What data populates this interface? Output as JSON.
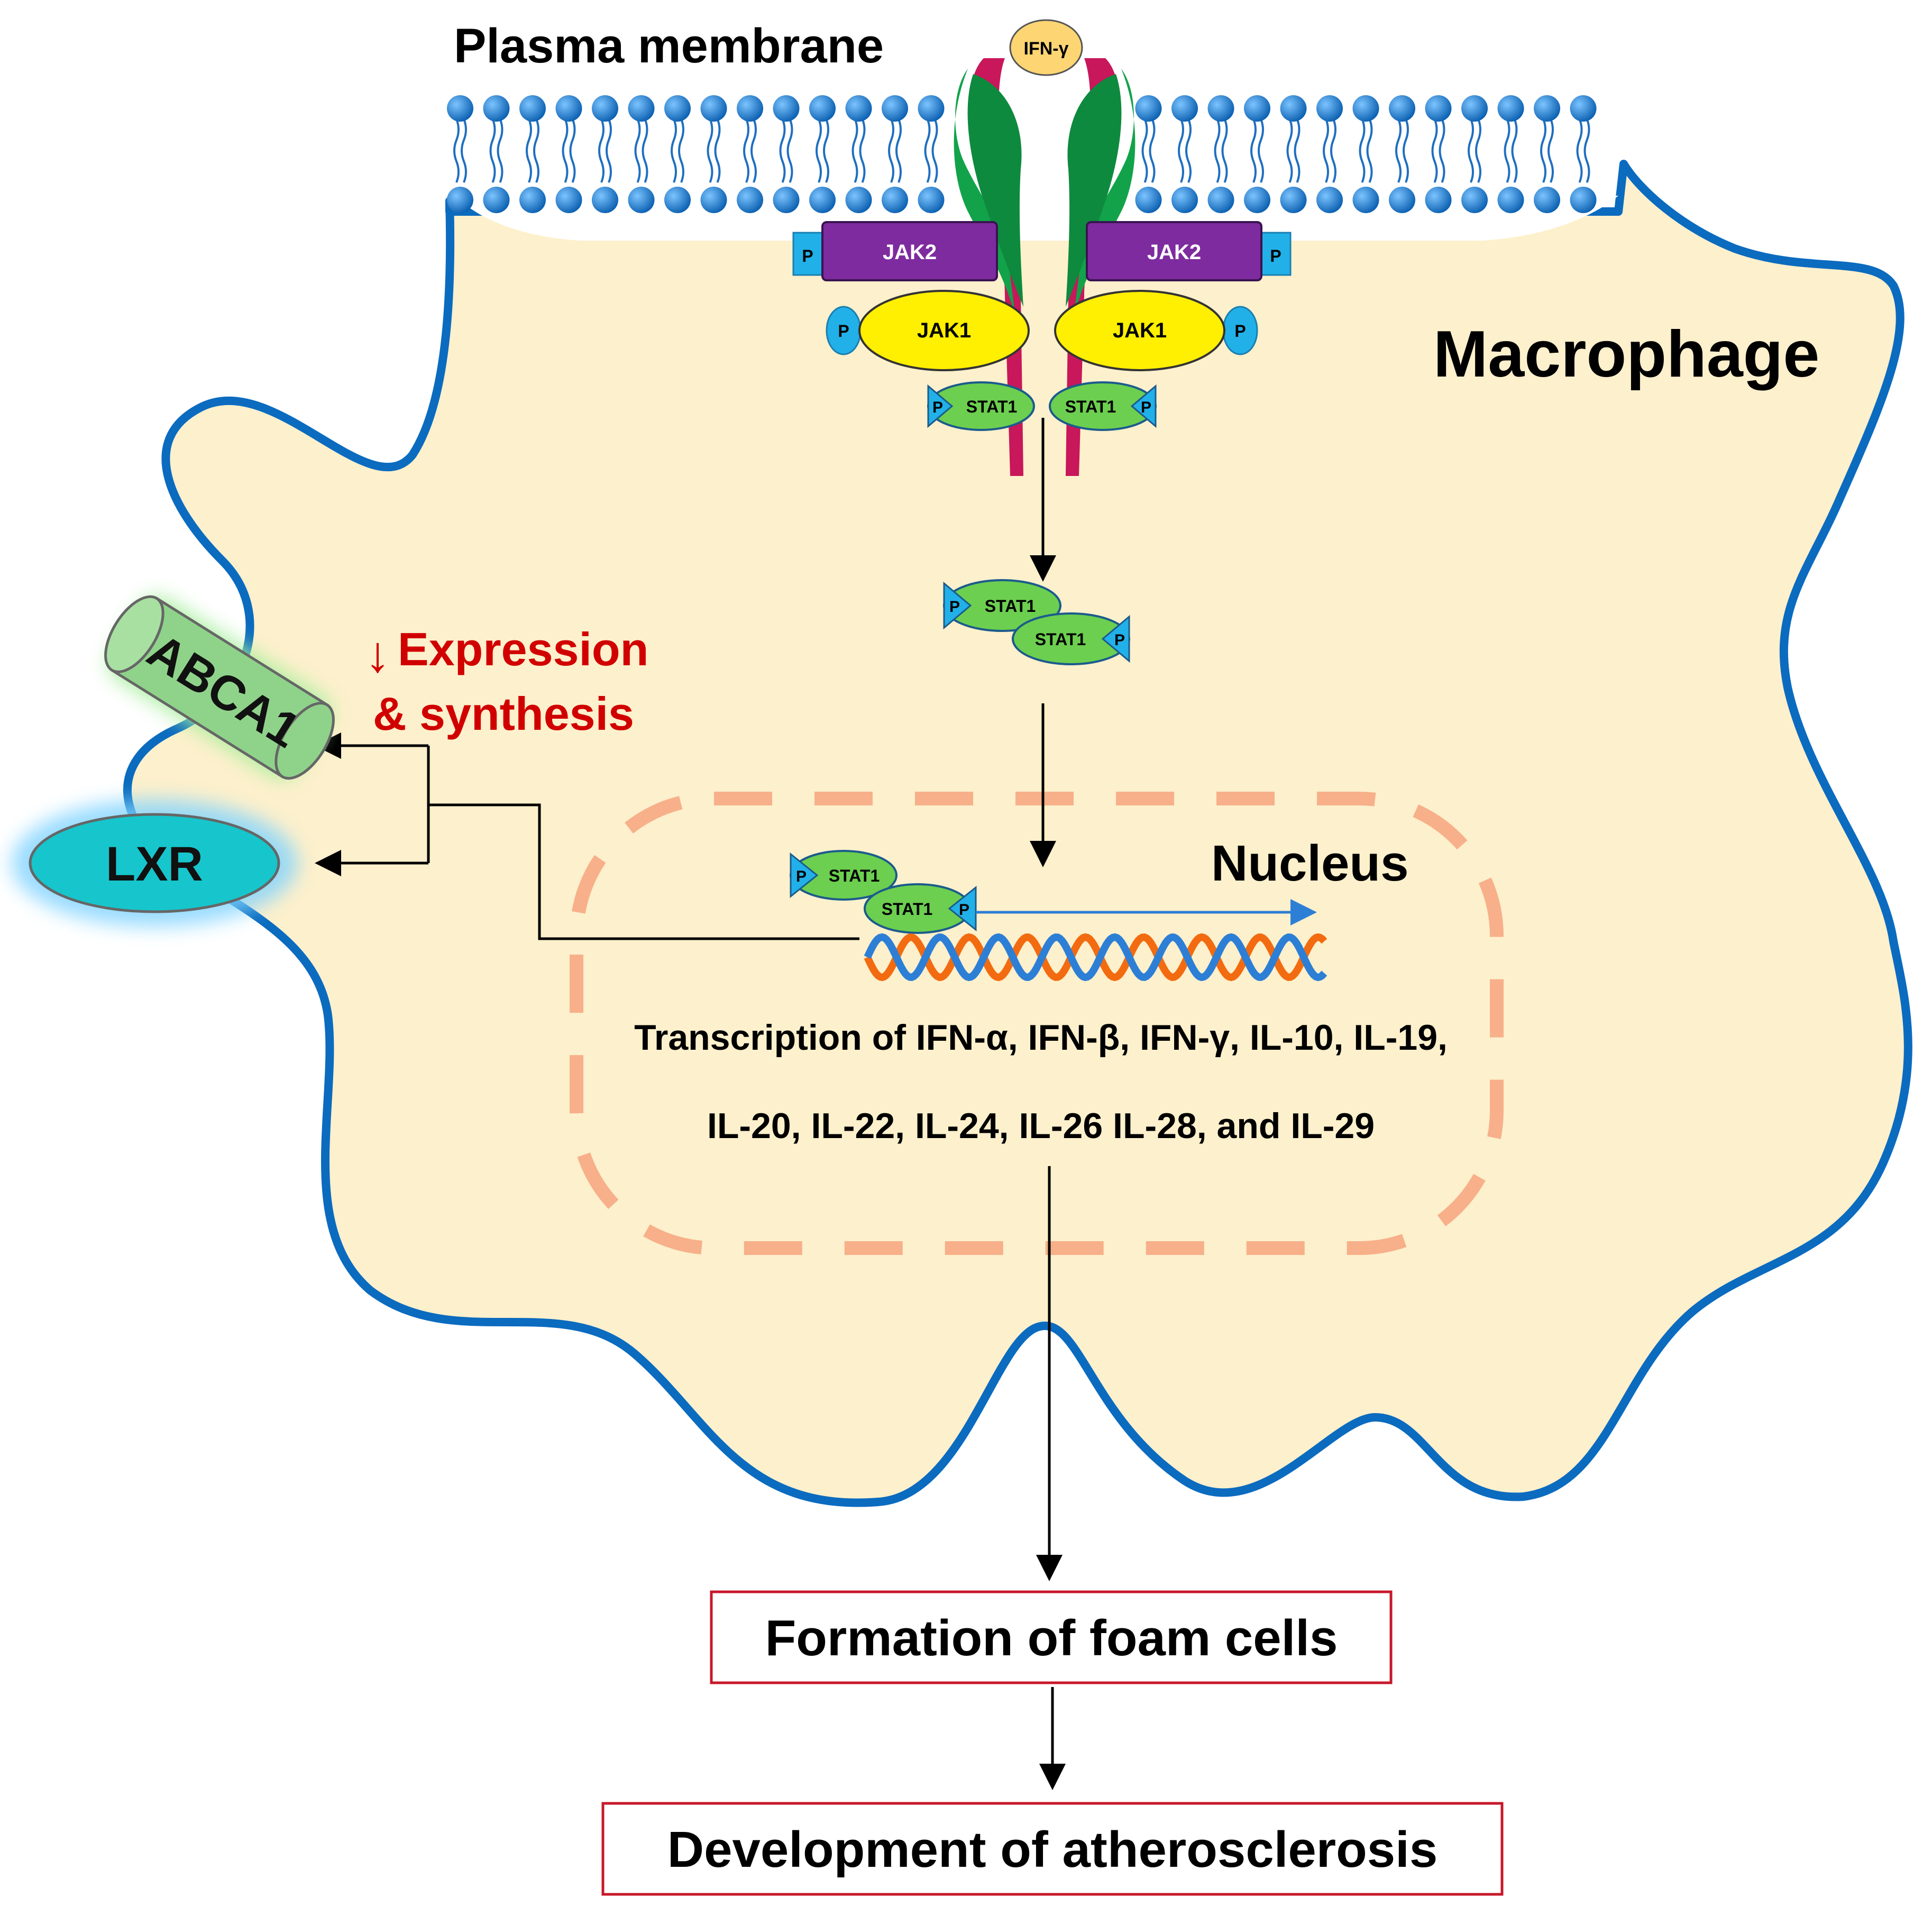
{
  "labels": {
    "plasma_membrane": "Plasma membrane",
    "macrophage": "Macrophage",
    "nucleus": "Nucleus",
    "ifn_gamma": "IFN-γ",
    "jak2": "JAK2",
    "jak1": "JAK1",
    "stat1": "STAT1",
    "phospho": "P",
    "abca1": "ABCA1",
    "lxr": "LXR",
    "expression_arrow": "↓",
    "expression_line1": "Expression",
    "expression_line2": "& synthesis",
    "transcription_line1": "Transcription of IFN-α, IFN-β, IFN-γ, IL-10, IL-19,",
    "transcription_line2": "IL-20, IL-22, IL-24, IL-26 IL-28, and IL-29",
    "foam_cells": "Formation of foam cells",
    "atherosclerosis": "Development of atherosclerosis"
  },
  "colors": {
    "cell_fill": "#fdf0cc",
    "cell_border": "#0b6bbf",
    "membrane_head": "#1f7fd6",
    "receptor_red": "#c8175a",
    "receptor_green": "#12a34a",
    "jak2": "#7e2b9f",
    "jak1": "#ffef00",
    "stat1": "#6ccf4f",
    "phospho": "#22b0e8",
    "abca1": "#8fd38a",
    "lxr": "#16c6cc",
    "nucleus_dash": "#f7b08a",
    "expression_text": "#d10000",
    "box_border": "#c8182b",
    "dna_orange": "#f36b10",
    "dna_blue": "#2d7fd6"
  }
}
